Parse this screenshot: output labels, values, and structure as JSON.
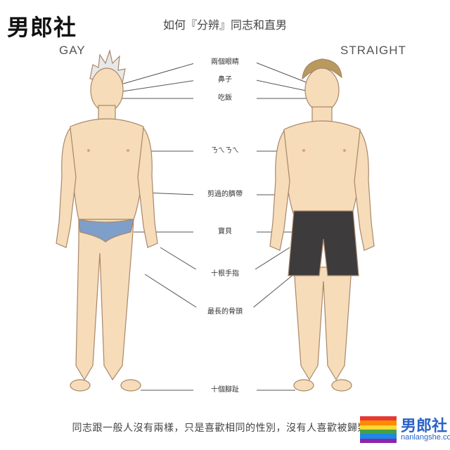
{
  "logo": "男郎社",
  "title": "如何『分辨』同志和直男",
  "left_label": "GAY",
  "right_label": "STRAIGHT",
  "labels": [
    "兩個眼睛",
    "鼻子",
    "吃飯",
    "ㄋㄟㄋㄟ",
    "剪過的臍帶",
    "寶貝",
    "十根手指",
    "最長的骨頭",
    "十個腳趾"
  ],
  "footer": "同志跟一般人沒有兩樣，只是喜歡相同的性別，沒有人喜歡被歸類或",
  "watermark": {
    "name": "男郎社",
    "site": "nanlangshe.com"
  },
  "colors": {
    "skin": "#f6dcb8",
    "skin_shade": "#e9c397",
    "outline": "#a9876a",
    "gay_underwear": "#7e9fc9",
    "straight_shorts": "#3d3b3c",
    "gay_hair": "#e8e8e8",
    "straight_hair": "#b89a5e",
    "rainbow": [
      "#e53935",
      "#fb8c00",
      "#fdd835",
      "#43a047",
      "#1e88e5",
      "#8e24aa"
    ]
  }
}
